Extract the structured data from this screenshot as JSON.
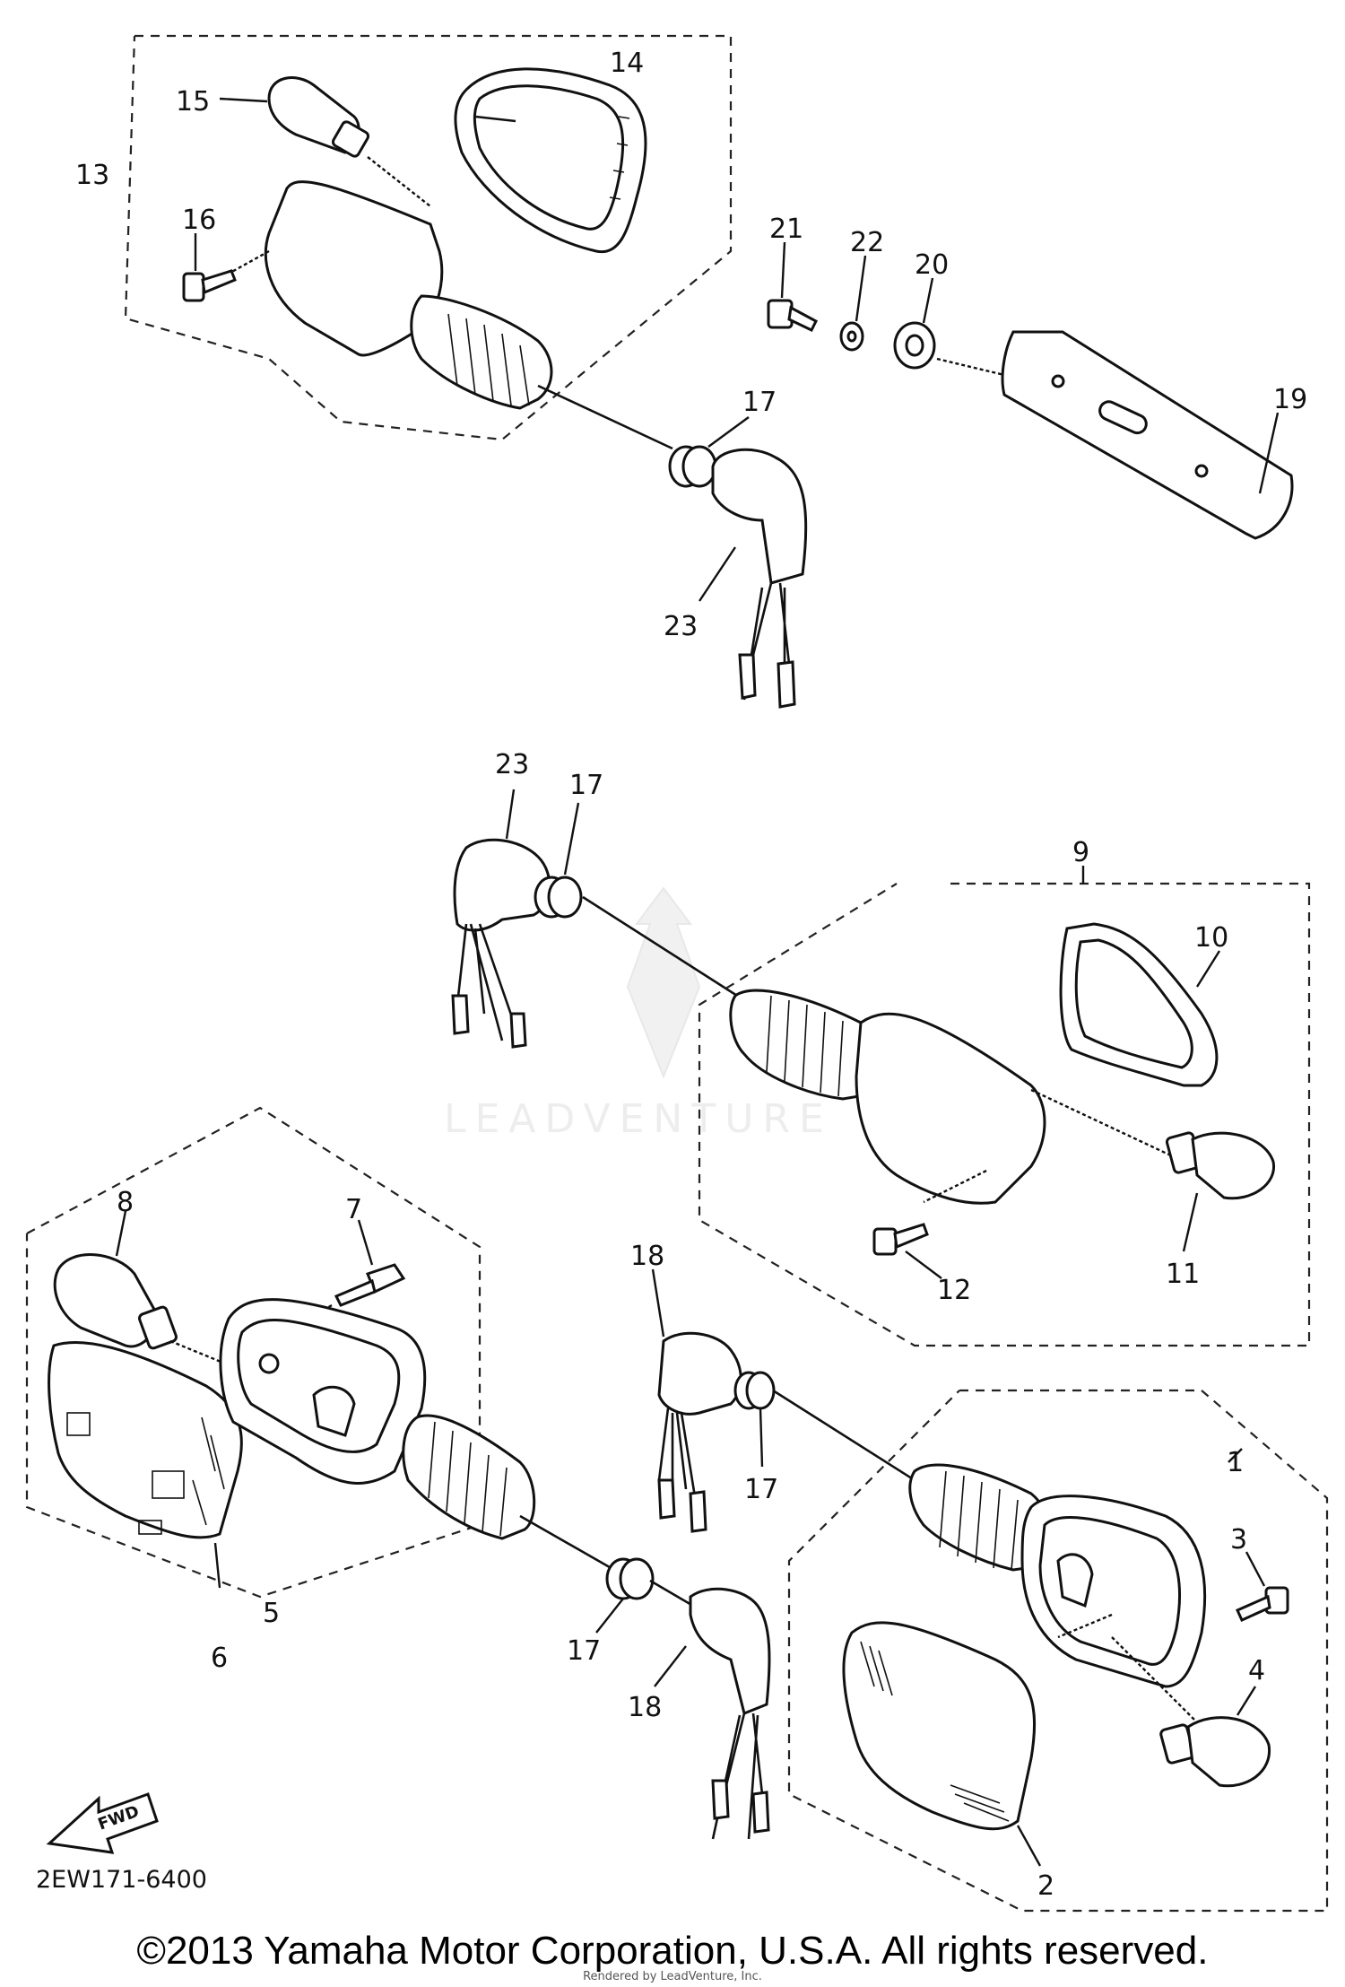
{
  "diagram": {
    "diagram_code": "2EW171-6400",
    "copyright": "©2013 Yamaha Motor Corporation, U.S.A. All rights reserved.",
    "rendered_by": "Rendered by LeadVenture, Inc.",
    "watermark": "LEADVENTURE",
    "fwd_label": "FWD",
    "callouts": {
      "c1": "1",
      "c2": "2",
      "c3": "3",
      "c4": "4",
      "c5": "5",
      "c6": "6",
      "c7": "7",
      "c8": "8",
      "c9": "9",
      "c10": "10",
      "c11": "11",
      "c12": "12",
      "c13": "13",
      "c14": "14",
      "c15": "15",
      "c16": "16",
      "c17a": "17",
      "c17b": "17",
      "c17c": "17",
      "c17d": "17",
      "c18a": "18",
      "c18b": "18",
      "c19": "19",
      "c20": "20",
      "c21": "21",
      "c22": "22",
      "c23a": "23",
      "c23b": "23"
    }
  }
}
